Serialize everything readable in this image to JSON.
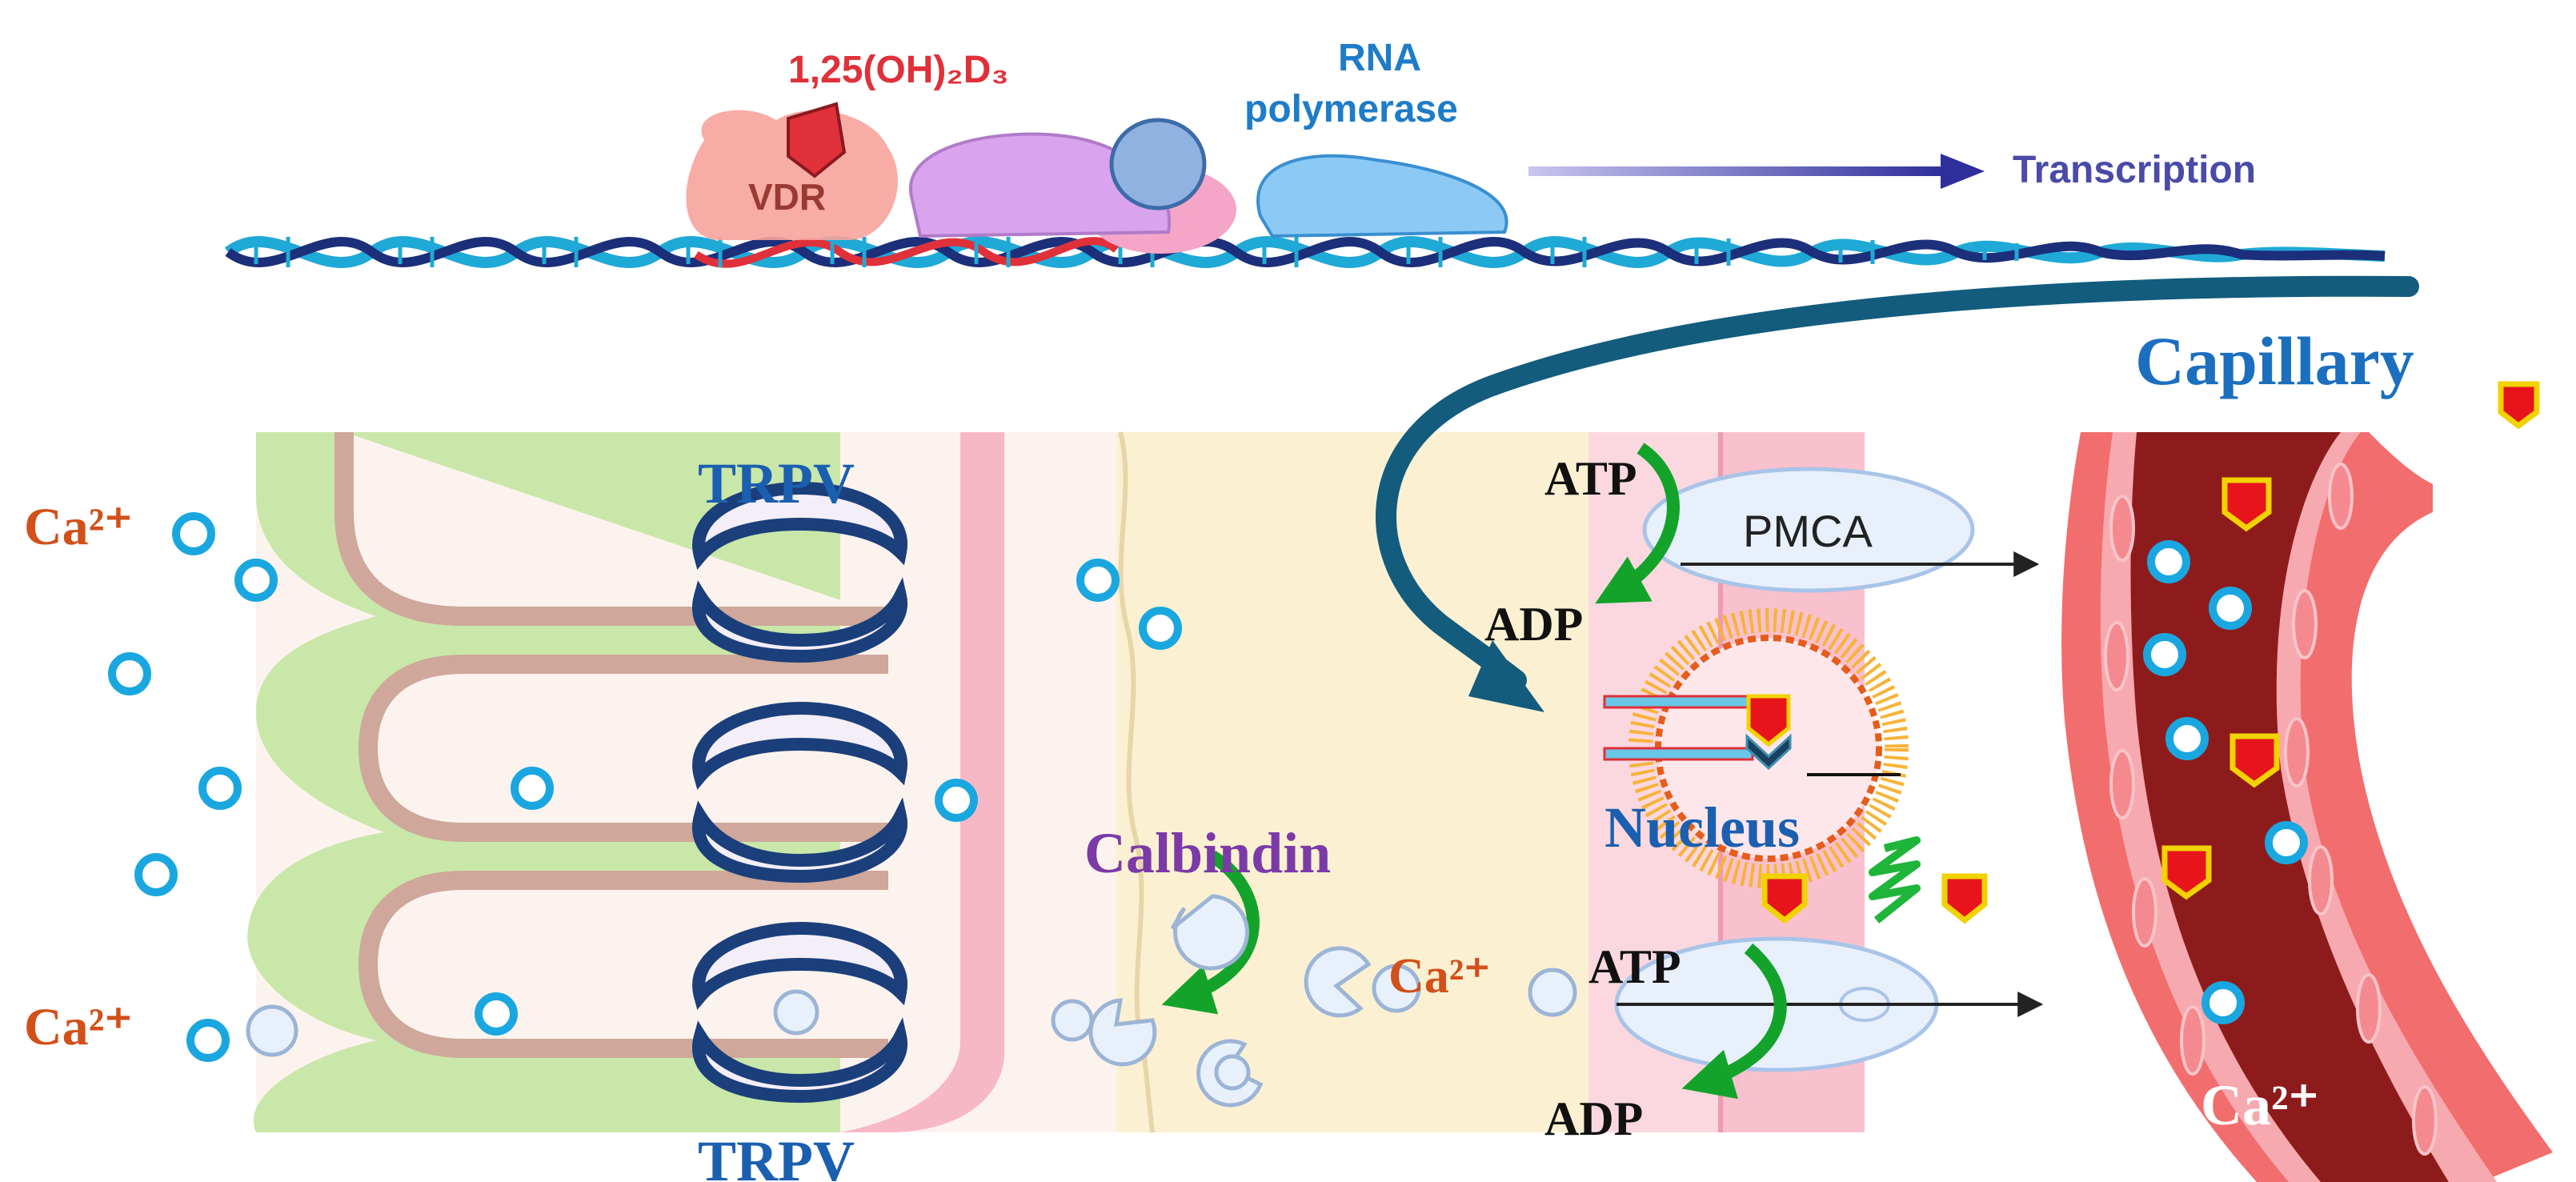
{
  "labels": {
    "hormone": "1,25(OH)₂D₃",
    "vdr": "VDR",
    "rna_polymerase_line1": "RNA",
    "rna_polymerase_line2": "polymerase",
    "transcription": "Transcription",
    "capillary": "Capillary",
    "pmca": "PMCA",
    "trpv_top": "TRPV",
    "trpv_bottom": "TRPV",
    "atp_top": "ATP",
    "adp_top": "ADP",
    "atp_bottom": "ATP",
    "adp_bottom": "ADP",
    "calbindin": "Calbindin",
    "nucleus": "Nucleus",
    "ca_lumen_top": "Ca²⁺",
    "ca_lumen_bottom": "Ca²⁺",
    "ca_cell": "Ca²⁺",
    "ca_blood": "Ca²⁺"
  },
  "colors": {
    "dna_blue": "#1fa9d6",
    "dna_red": "#e0303a",
    "dna_navy": "#1c2f7a",
    "arc_teal": "#135c7d",
    "enzyme_arrow_green": "#13a32a",
    "calcium_ion": "#1aa7e0",
    "vitamin_d_red": "#e8141c",
    "vitamin_d_border": "#f2d200",
    "blood_dark": "#8e1b1b",
    "villus_green": "#c9e7a9",
    "cytoplasm_yellow": "#fbf1d2",
    "title_blue": "#1c6fbf",
    "orange_text": "#d2501a",
    "purple_text": "#7b3aa8"
  }
}
